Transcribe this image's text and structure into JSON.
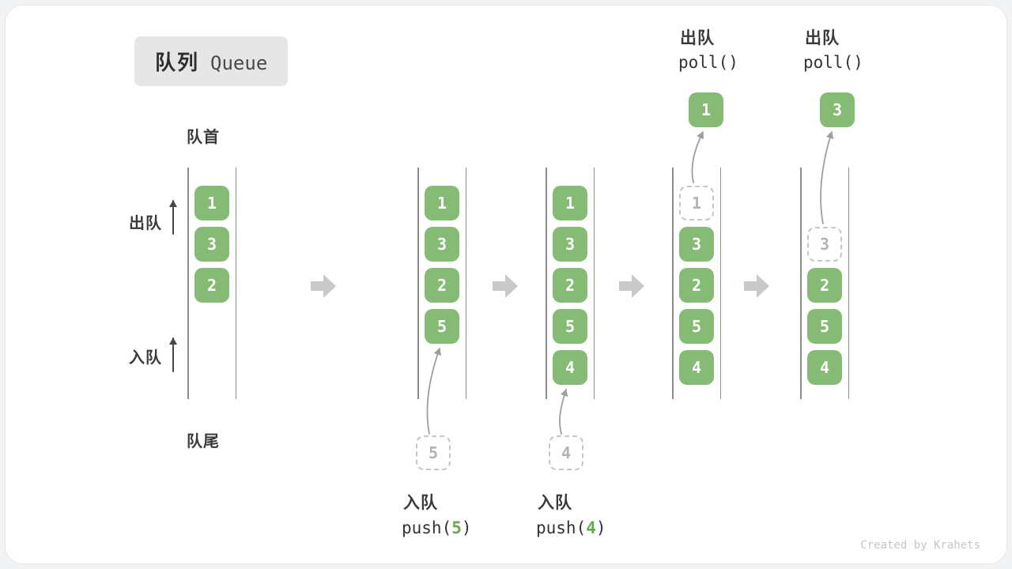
{
  "title": {
    "zh": "队列",
    "en": "Queue"
  },
  "side_labels": {
    "front": "队首",
    "rear": "队尾",
    "dequeue": "出队",
    "enqueue": "入队"
  },
  "boxes": {
    "s1": [
      "1",
      "3",
      "2"
    ],
    "s2": [
      "1",
      "3",
      "2",
      "5"
    ],
    "s2_pending": "5",
    "s3": [
      "1",
      "3",
      "2",
      "5",
      "4"
    ],
    "s3_pending": "4",
    "s4_removed": "1",
    "s4": [
      "3",
      "2",
      "5",
      "4"
    ],
    "s4_out": "1",
    "s5_removed": "3",
    "s5": [
      "2",
      "5",
      "4"
    ],
    "s5_out": "3"
  },
  "annotations": {
    "push5": {
      "label": "入队",
      "code_pre": "push(",
      "arg": "5",
      "code_post": ")"
    },
    "push4": {
      "label": "入队",
      "code_pre": "push(",
      "arg": "4",
      "code_post": ")"
    },
    "poll1": {
      "label": "出队",
      "code": "poll()"
    },
    "poll2": {
      "label": "出队",
      "code": "poll()"
    }
  },
  "watermark": "Created by Krahets",
  "colors": {
    "item_green": "#86BB76",
    "code_arg_green": "#6AA84F",
    "flow_arrow_gray": "#C9C9C9",
    "dashed_border": "#C6C6C6",
    "wall_gray": "#8C8C8C"
  }
}
